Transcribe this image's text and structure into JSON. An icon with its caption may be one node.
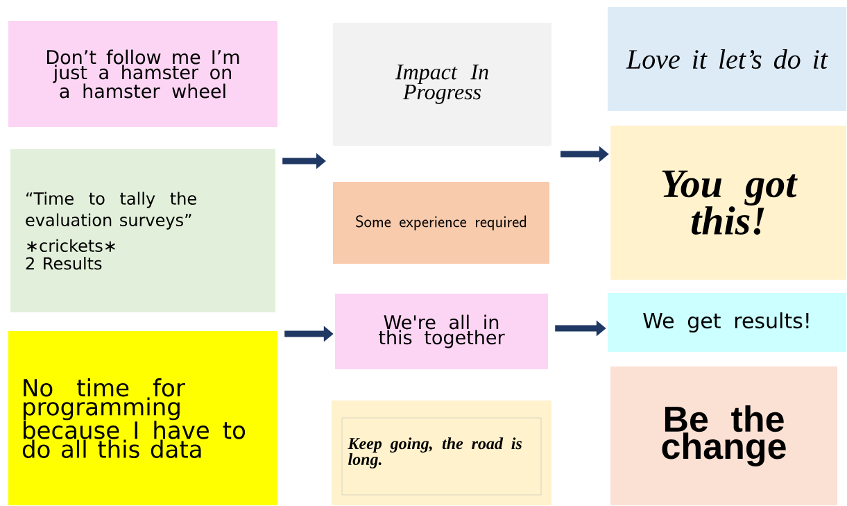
{
  "diagram": {
    "nodes": [
      {
        "text": [
          "Don’t follow me I’m just a hamster on a hamster wheel"
        ]
      },
      {
        "text": [
          "“Time to tally the evaluation surveys”",
          "∗crickets∗",
          "2 Results"
        ]
      },
      {
        "text": [
          "No time for programming because I have to do all this data"
        ]
      },
      {
        "text": [
          "Impact In Progress"
        ]
      },
      {
        "text": [
          "Some experience required"
        ]
      },
      {
        "text": [
          "We're all in this together"
        ]
      },
      {
        "text": [
          "Keep going, the road is long."
        ]
      },
      {
        "text": [
          "Love it let’s do it"
        ]
      },
      {
        "text": [
          "You got this!"
        ]
      },
      {
        "text": [
          "We get results!"
        ]
      },
      {
        "text": [
          "Be the change"
        ]
      }
    ],
    "edges": [
      {
        "from": 1,
        "to": null,
        "arrow": "to"
      },
      {
        "from": null,
        "to": 8,
        "arrow": "to"
      },
      {
        "from": 2,
        "to": 5,
        "arrow": "to"
      },
      {
        "from": 5,
        "to": 9,
        "arrow": "to"
      }
    ]
  }
}
